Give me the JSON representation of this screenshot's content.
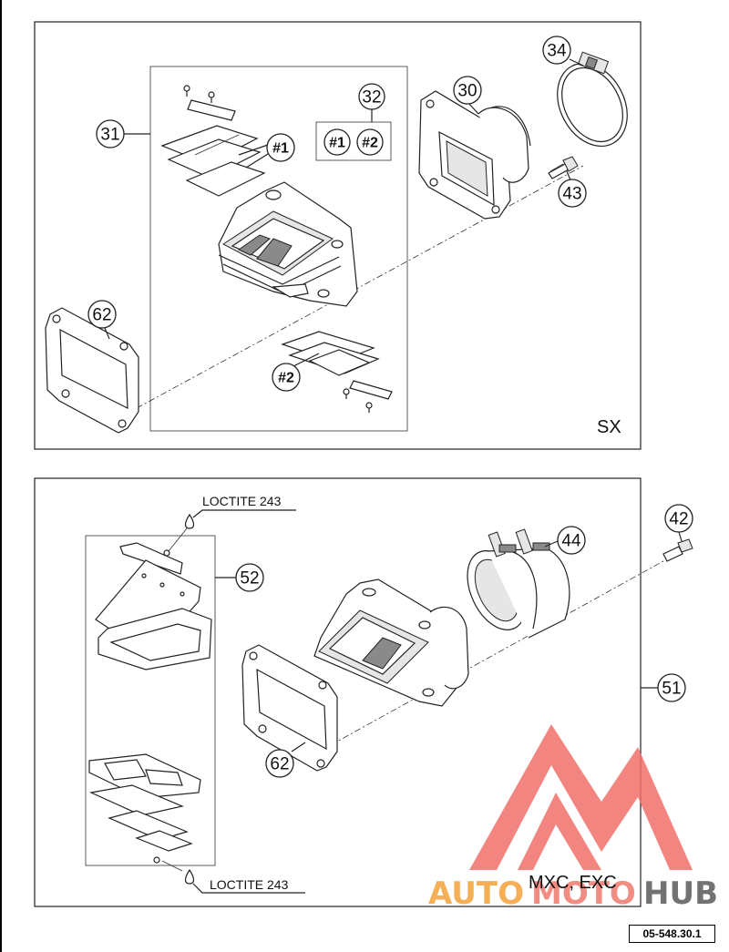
{
  "top_panel": {
    "variant_label": "SX",
    "callouts": {
      "c31": "31",
      "c30": "30",
      "c32": "32",
      "c34": "34",
      "c43": "43",
      "c62": "62",
      "sub1_a": "#1",
      "sub1_b": "#1",
      "sub2_a": "#2",
      "sub2_b": "#2"
    }
  },
  "bottom_panel": {
    "variant_label": "MXC, EXC",
    "callouts": {
      "c52": "52",
      "c44": "44",
      "c42": "42",
      "c51": "51",
      "c62": "62"
    },
    "loctite_top": "LOCTITE 243",
    "loctite_bottom": "LOCTITE 243"
  },
  "watermark": {
    "part1": "AUTO",
    "part2": "MOTO",
    "part3": "HUB",
    "color_main": "#f4a23a",
    "color_mid": "#f07a6e",
    "color_dark": "#5a5a5a",
    "logo_color": "#f0706a"
  },
  "reference_code": "05-548.30.1"
}
